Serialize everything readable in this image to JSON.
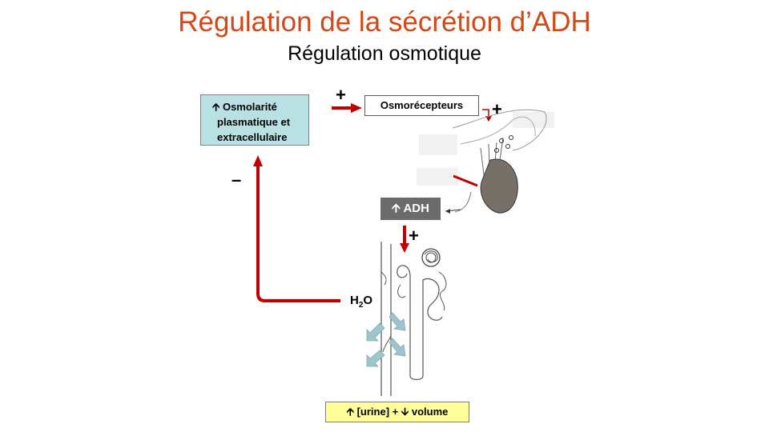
{
  "title": "Régulation de la sécrétion d’ADH",
  "subtitle": "Régulation osmotique",
  "boxes": {
    "osmolarite": {
      "arrow": "🡩",
      "line1": "Osmolarité",
      "line2": "plasmatique et",
      "line3": "extracellulaire"
    },
    "osmorecepteurs": "Osmorécepteurs",
    "adh": {
      "arrow": "🡩",
      "label": "ADH"
    },
    "urine": {
      "arrow_up": "🡩",
      "text1": "[urine] +",
      "arrow_down": "🡫",
      "text2": "volume"
    }
  },
  "signs": {
    "plus_top": "+",
    "plus_receptor": "+",
    "plus_adh": "+",
    "minus_feedback": "–"
  },
  "water": {
    "h": "H",
    "sub": "2",
    "o": "O"
  },
  "colors": {
    "title": "#d34817",
    "arrow": "#c00000",
    "osmo_box": "#b9e0e3",
    "adh_box": "#6b6b6b",
    "urine_box": "#ffff99",
    "water_arrow": "#9fc5cc"
  }
}
